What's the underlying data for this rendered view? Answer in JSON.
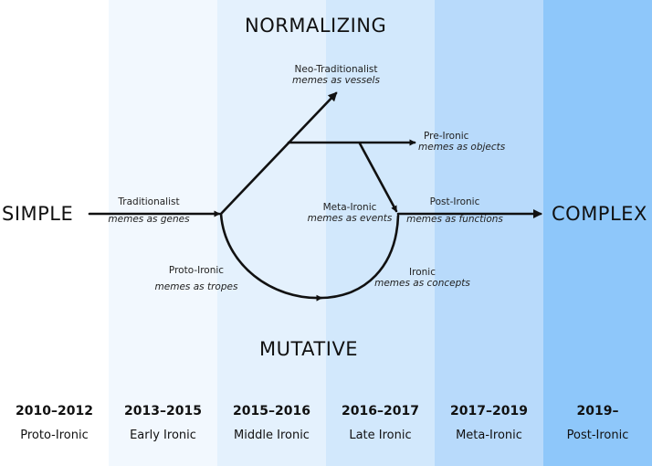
{
  "colors": {
    "bands": [
      "#ffffff",
      "#f2f8fe",
      "#e4f1fd",
      "#d2e8fc",
      "#b8dafb",
      "#8ec7fa"
    ],
    "arrow": "#111111"
  },
  "axis_labels": {
    "top": "NORMALIZING",
    "bottom": "MUTATIVE",
    "left": "SIMPLE",
    "right": "COMPLEX"
  },
  "nodes": [
    {
      "title": "Traditionalist",
      "subtitle": "memes as genes"
    },
    {
      "title": "Neo-Traditionalist",
      "subtitle": "memes as vessels"
    },
    {
      "title": "Pre-Ironic",
      "subtitle": "memes as objects"
    },
    {
      "title": "Meta-Ironic",
      "subtitle": "memes as events"
    },
    {
      "title": "Post-Ironic",
      "subtitle": "memes as functions"
    },
    {
      "title": "Proto-Ironic",
      "subtitle": "memes as tropes"
    },
    {
      "title": "Ironic",
      "subtitle": "memes as concepts"
    }
  ],
  "timeline": [
    {
      "years": "2010–2012",
      "phase": "Proto-Ironic"
    },
    {
      "years": "2013–2015",
      "phase": "Early Ironic"
    },
    {
      "years": "2015–2016",
      "phase": "Middle Ironic"
    },
    {
      "years": "2016–2017",
      "phase": "Late Ironic"
    },
    {
      "years": "2017–2019",
      "phase": "Meta-Ironic"
    },
    {
      "years": "2019–",
      "phase": "Post-Ironic"
    }
  ]
}
